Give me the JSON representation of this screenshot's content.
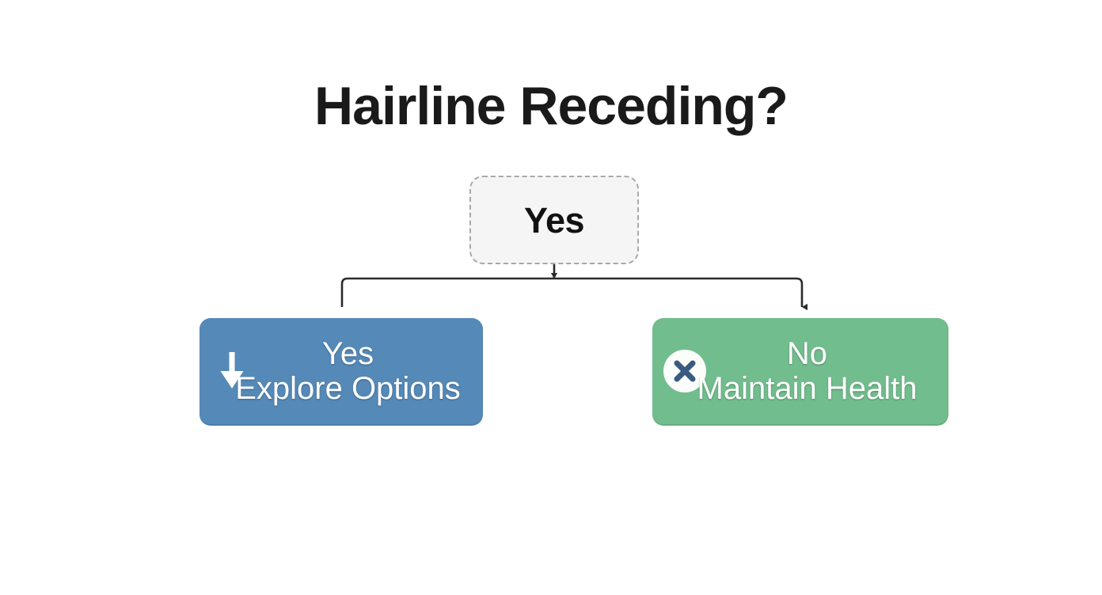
{
  "page": {
    "title": "Hairline Receding?",
    "background_color": "#ffffff",
    "title_color": "#1a1a1a"
  },
  "diagram": {
    "type": "decision-tree",
    "root": {
      "label": "Yes",
      "shape": "rounded-rectangle",
      "border_style": "dashed",
      "fill_color": "#f5f5f5",
      "border_color": "#a9a9a9"
    },
    "branches": [
      {
        "id": "branch-yes",
        "icon": "down-arrow-icon",
        "line1": "Yes",
        "line2": "Explore Options",
        "fill_color": "#5589b8",
        "text_color": "#ffffff"
      },
      {
        "id": "branch-no",
        "icon": "circle-x-icon",
        "line1": "No",
        "line2": "Maintain Health",
        "fill_color": "#72bd8d",
        "text_color": "#ffffff",
        "icon_badge_color": "#ffffff",
        "icon_mark_color": "#3a5a80"
      }
    ],
    "connector_color": "#2b2b2b"
  }
}
